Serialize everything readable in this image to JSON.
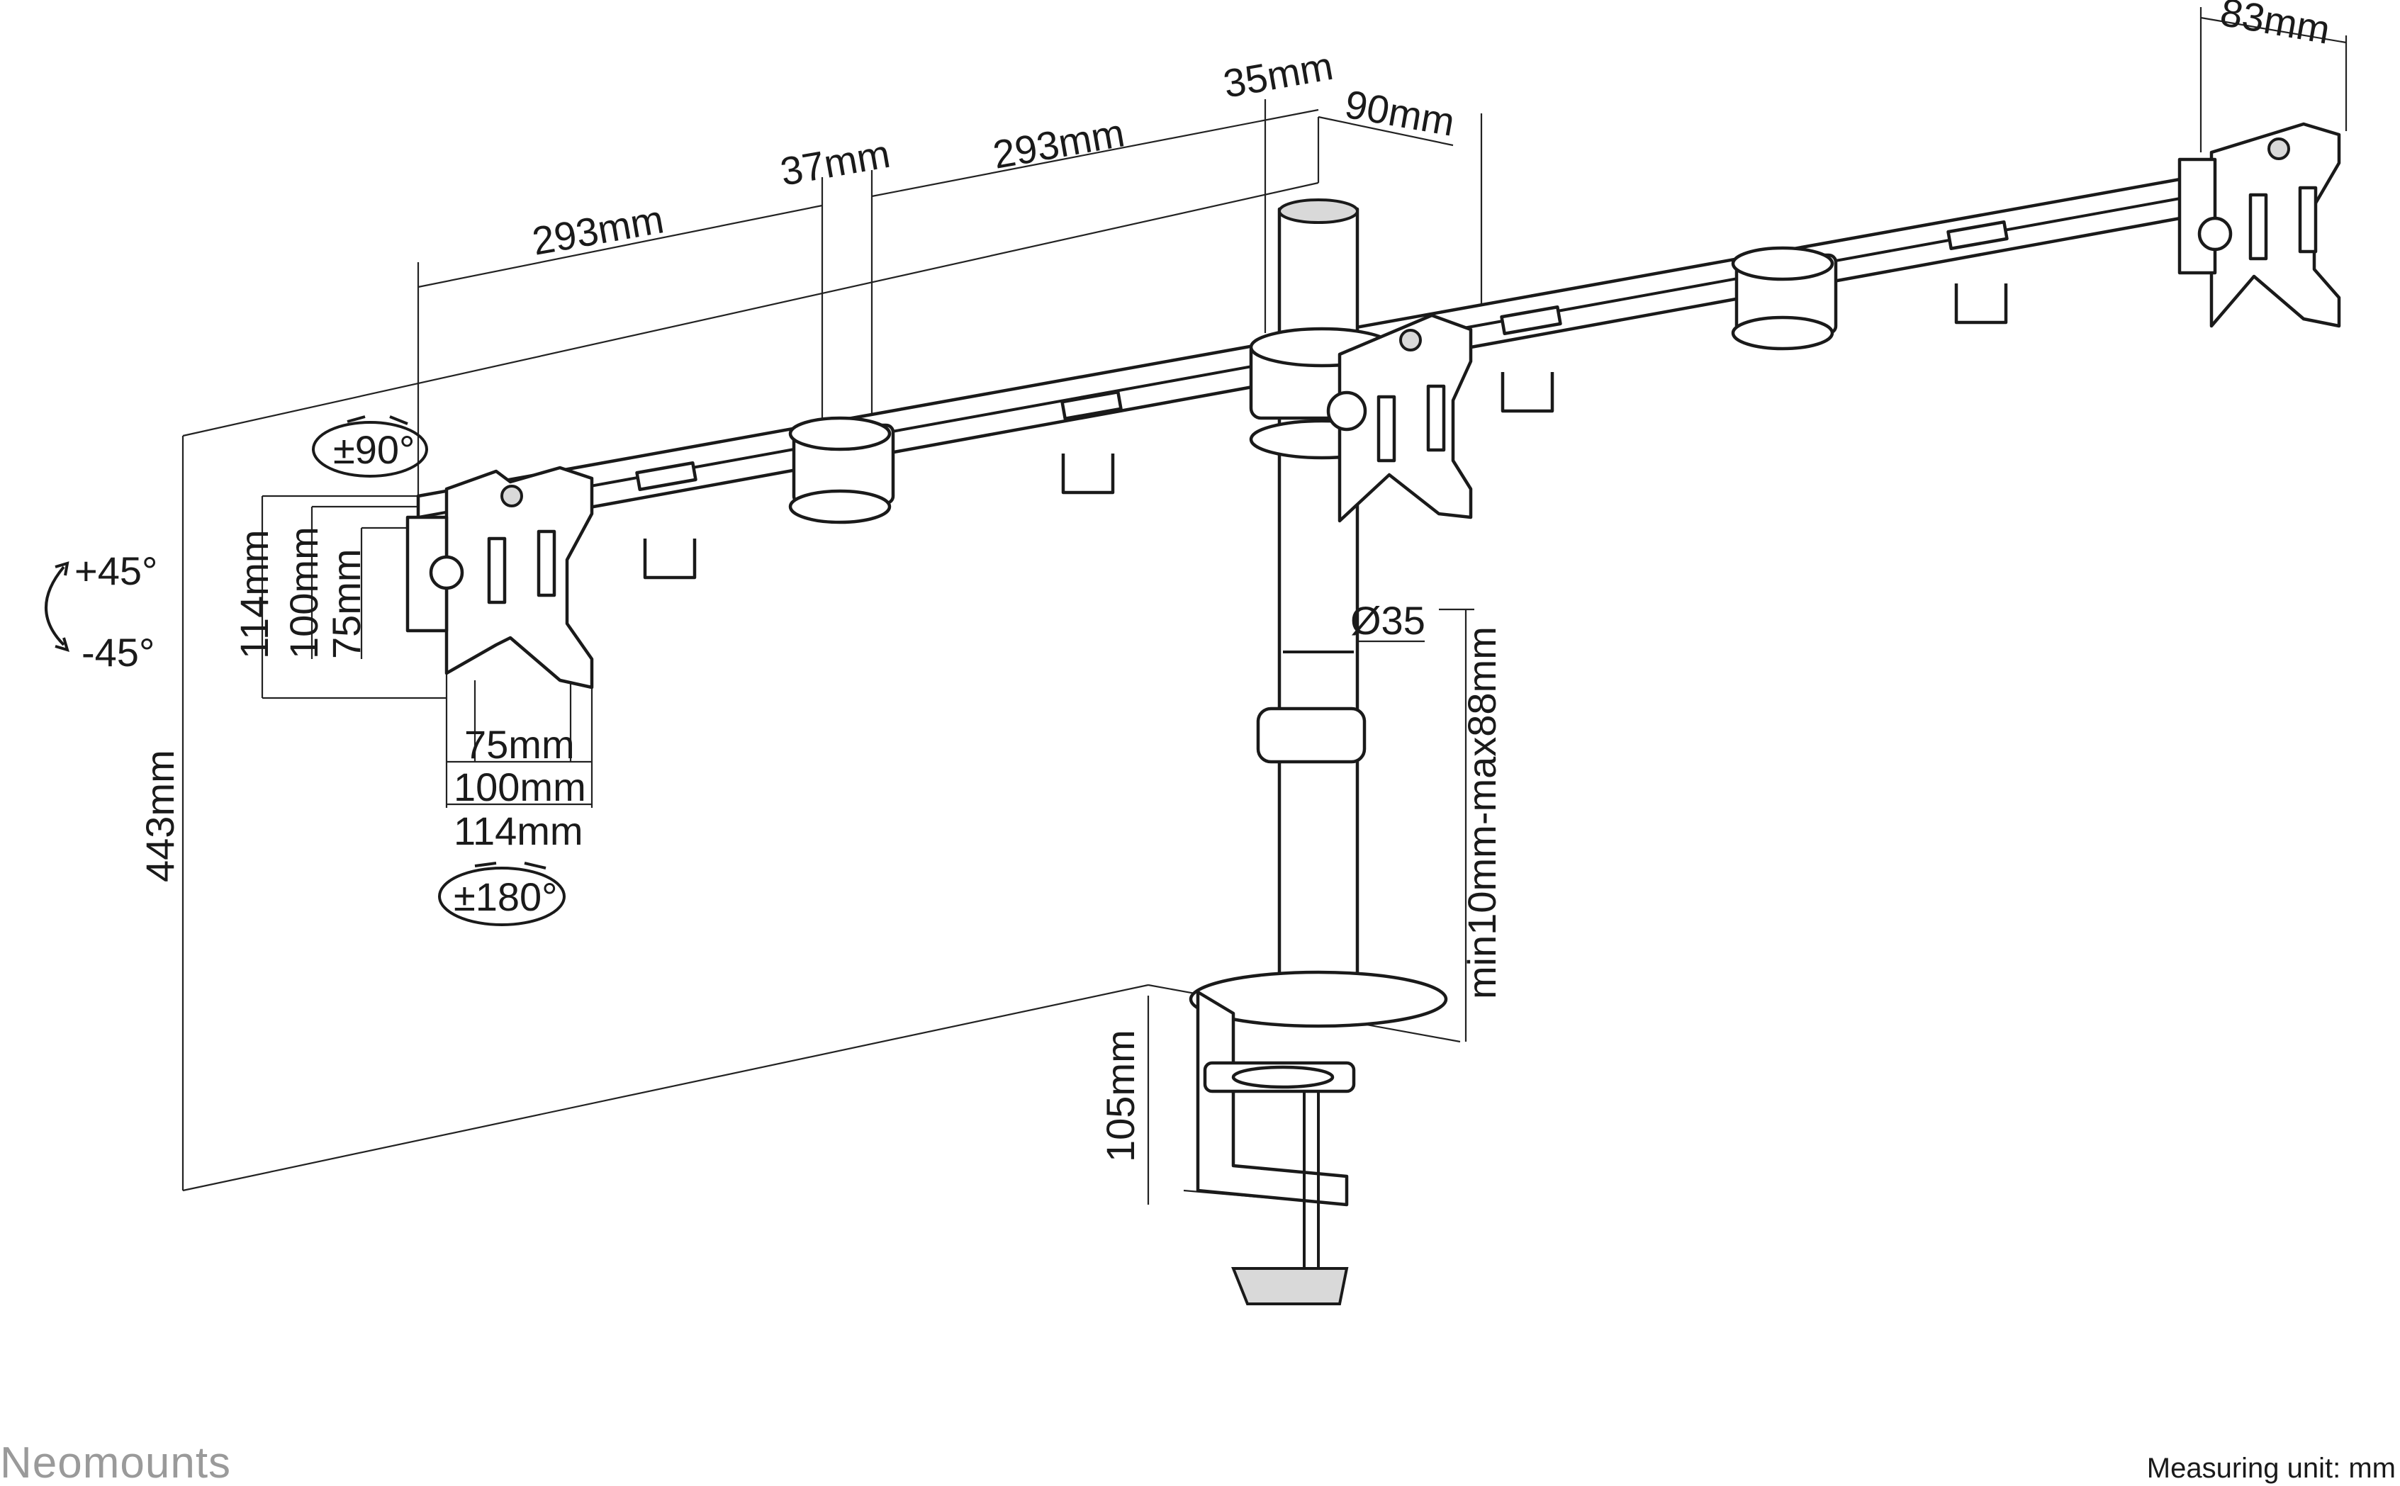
{
  "brand": "Neomounts",
  "measuring_unit": "Measuring unit: mm",
  "dimensions": {
    "arm_left": "293mm",
    "arm_mid": "293mm",
    "spacer": "37mm",
    "pole_offset": "35mm",
    "head_offset": "90mm",
    "right_head": "83mm",
    "pole_diameter": "Ø35",
    "desk_range": "min10mm-max88mm",
    "clamp_height": "105mm",
    "total_height": "443mm",
    "vesa_h_114": "114mm",
    "vesa_h_100": "100mm",
    "vesa_h_75": "75mm",
    "vesa_w_75": "75mm",
    "vesa_w_100": "100mm",
    "vesa_w_114": "114mm"
  },
  "rotations": {
    "tilt": "±90°",
    "swivel_up": "+45°",
    "swivel_down": "-45°",
    "rotate": "±180°"
  }
}
